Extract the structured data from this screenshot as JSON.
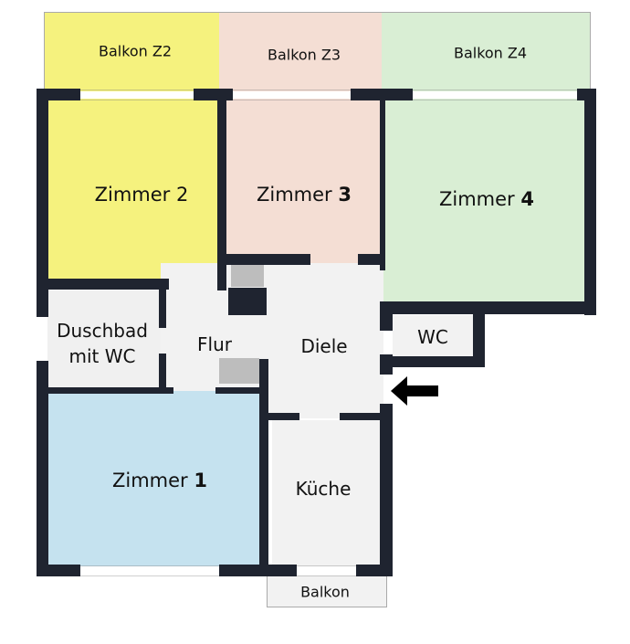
{
  "floorplan": {
    "colors": {
      "wall": "#1f2430",
      "zimmer1": "#c5e2ef",
      "zimmer2": "#f5f27e",
      "zimmer3": "#f4ded4",
      "zimmer4": "#d9eed4",
      "neutral": "#f2f2f2",
      "shaft": "#bdbdbd"
    },
    "balconies": {
      "z2": "Balkon Z2",
      "z3": "Balkon Z3",
      "z4": "Balkon Z4",
      "kitchen": "Balkon"
    },
    "rooms": {
      "zimmer1": {
        "name": "Zimmer ",
        "number": "1"
      },
      "zimmer2": {
        "name": "Zimmer 2"
      },
      "zimmer3": {
        "name": "Zimmer ",
        "number": "3"
      },
      "zimmer4": {
        "name": "Zimmer ",
        "number": "4"
      },
      "bath_line1": "Duschbad",
      "bath_line2": "mit WC",
      "flur": "Flur",
      "diele": "Diele",
      "wc": "WC",
      "kueche": "Küche"
    },
    "entrance_arrow": "arrow-left"
  }
}
